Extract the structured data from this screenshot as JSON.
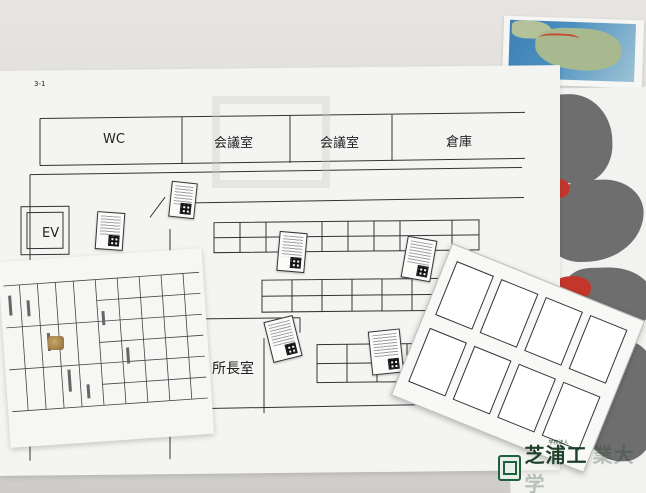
{
  "page_number": "3-1",
  "rooms": {
    "wc": "WC",
    "meeting_room_1": "会議室",
    "meeting_room_2": "会議室",
    "storage": "倉庫",
    "ev": "EV",
    "director_room": "所長室"
  },
  "logo": {
    "small_text": "学校法人",
    "name": "芝浦工",
    "faded_text": "業大学"
  },
  "colors": {
    "map_sea": "#3d7fb4",
    "map_gray": "#6e6e6e",
    "map_red": "#c2372a",
    "logo_green": "#1e3f2a"
  }
}
